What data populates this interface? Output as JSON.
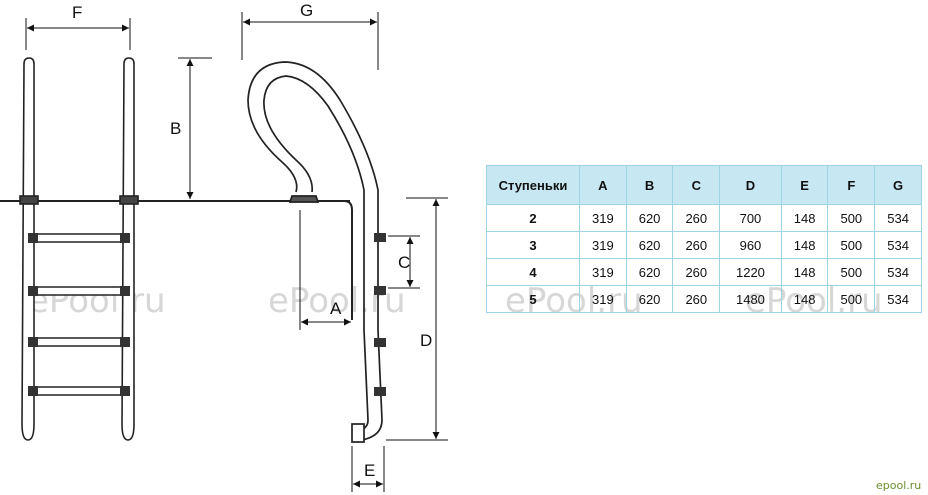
{
  "diagram": {
    "dimension_labels": {
      "F": "F",
      "B": "B",
      "G": "G",
      "C": "C",
      "A": "A",
      "D": "D",
      "E": "E"
    },
    "watermark": "ePool.ru",
    "brand": "epool.ru"
  },
  "table": {
    "headers": [
      "Ступеньки",
      "A",
      "B",
      "C",
      "D",
      "E",
      "F",
      "G"
    ],
    "rows": [
      [
        "2",
        "319",
        "620",
        "260",
        "700",
        "148",
        "500",
        "534"
      ],
      [
        "3",
        "319",
        "620",
        "260",
        "960",
        "148",
        "500",
        "534"
      ],
      [
        "4",
        "319",
        "620",
        "260",
        "1220",
        "148",
        "500",
        "534"
      ],
      [
        "5",
        "319",
        "620",
        "260",
        "1480",
        "148",
        "500",
        "534"
      ]
    ]
  },
  "colors": {
    "header_bg": "#c7e8f3",
    "border": "#9fd2e3",
    "line": "#222222",
    "watermark": "#d7d7d7"
  }
}
